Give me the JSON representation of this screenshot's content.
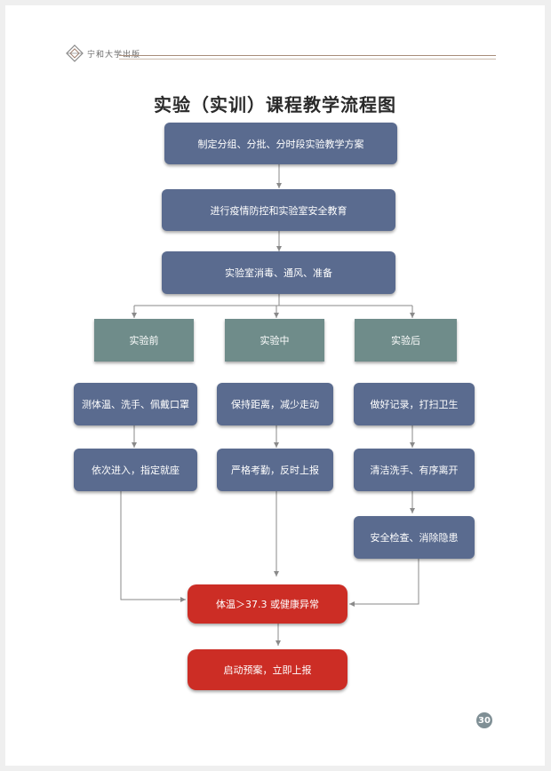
{
  "header": {
    "logo_text": "宁和大学出版"
  },
  "title": "实验（实训）课程教学流程图",
  "nodes": {
    "n1": "制定分组、分批、分时段实验教学方案",
    "n2": "进行疫情防控和实验室安全教育",
    "n3": "实验室消毒、通风、准备",
    "before": "实验前",
    "during": "实验中",
    "after": "实验后",
    "b1": "测体温、洗手、佩戴口罩",
    "b2": "依次进入，指定就座",
    "d1": "保持距离，减少走动",
    "d2": "严格考勤，反时上报",
    "a1": "做好记录，打扫卫生",
    "a2": "清洁洗手、有序离开",
    "a3": "安全检查、消除隐患",
    "alert": "体温＞37.3 或健康异常",
    "report": "启动预案，立即上报"
  },
  "page_number": "30",
  "colors": {
    "node_blue": "#5a6b8f",
    "phase_teal": "#6f8c8a",
    "alert_red": "#cc2d25"
  }
}
